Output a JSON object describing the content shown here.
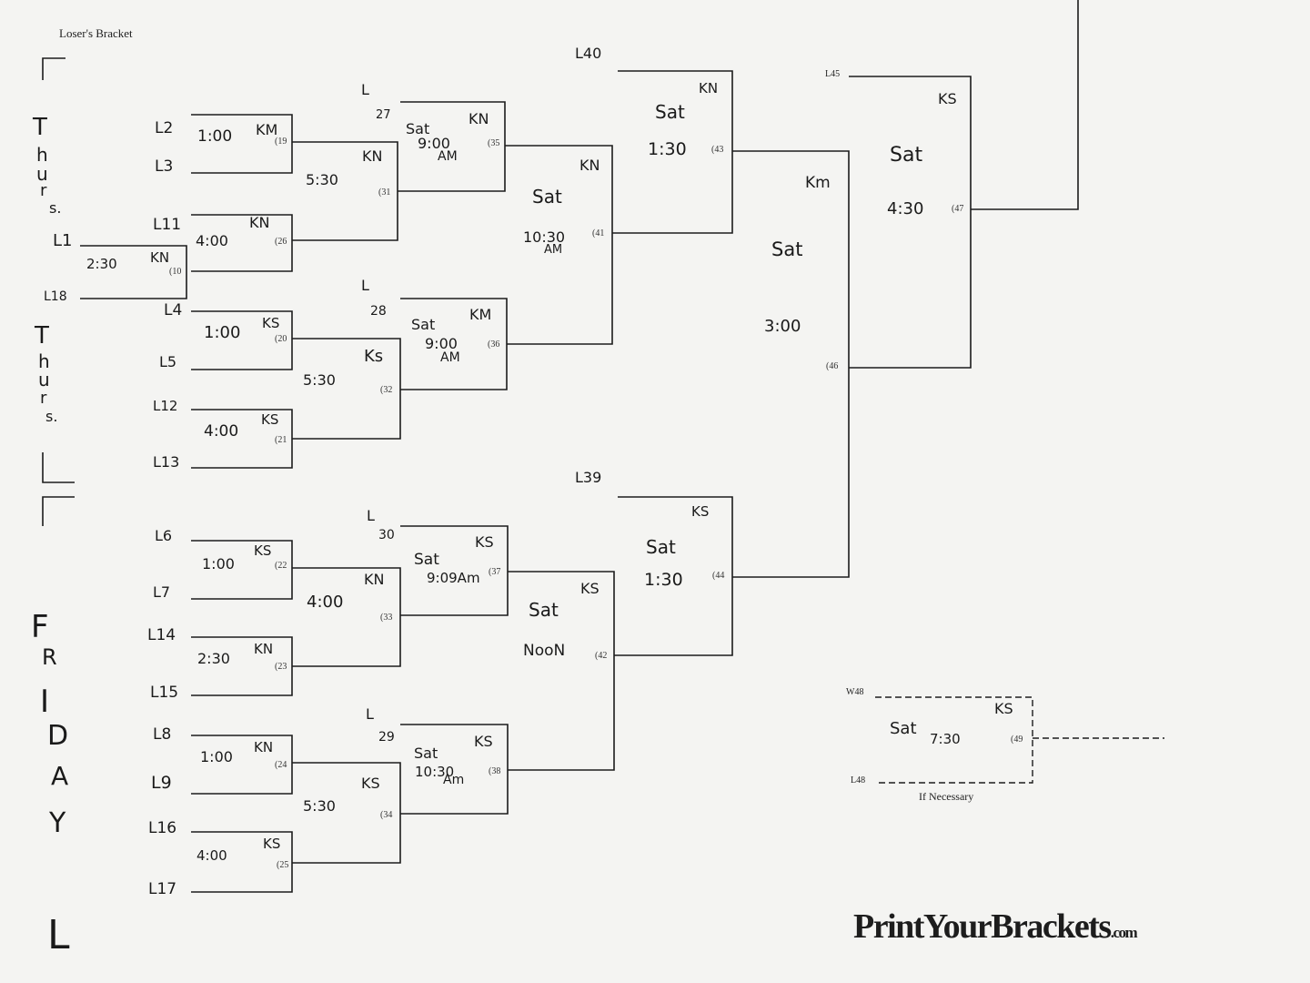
{
  "header": {
    "title": "Loser's Bracket",
    "brand": "PrintYourBrackets",
    "brand_suffix": ".com"
  },
  "side_labels": {
    "thurs1": [
      "T",
      "h",
      "u",
      "r",
      "s."
    ],
    "thurs2": [
      "T",
      "h",
      "u",
      "r",
      "s."
    ],
    "friday": [
      "F",
      "R",
      "I",
      "D",
      "A",
      "Y"
    ],
    "l_marks": [
      "L",
      "L",
      "L"
    ]
  },
  "round1": [
    {
      "id": "(10",
      "time": "2:30",
      "site": "KN",
      "top": "L1",
      "bottom": "L18"
    }
  ],
  "round2": [
    {
      "id": "(19",
      "time": "1:00",
      "site": "KM",
      "top": "L2",
      "bottom": "L3"
    },
    {
      "id": "(26",
      "time": "4:00",
      "site": "KN",
      "top": "L11",
      "bottom": ""
    },
    {
      "id": "(20",
      "time": "1:00",
      "site": "KS",
      "top": "L4",
      "bottom": "L5"
    },
    {
      "id": "(21",
      "time": "4:00",
      "site": "KS",
      "top": "L12",
      "bottom": "L13"
    },
    {
      "id": "(22",
      "time": "1:00",
      "site": "KS",
      "top": "L6",
      "bottom": "L7"
    },
    {
      "id": "(23",
      "time": "2:30",
      "site": "KN",
      "top": "L14",
      "bottom": "L15"
    },
    {
      "id": "(24",
      "time": "1:00",
      "site": "KN",
      "top": "L8",
      "bottom": "L9"
    },
    {
      "id": "(25",
      "time": "4:00",
      "site": "KS",
      "top": "L16",
      "bottom": "L17"
    }
  ],
  "round3": [
    {
      "id": "(31",
      "time": "5:30",
      "site": "KN"
    },
    {
      "id": "(32",
      "time": "5:30",
      "site": "Ks"
    },
    {
      "id": "(33",
      "time": "4:00",
      "site": "KN"
    },
    {
      "id": "(34",
      "time": "5:30",
      "site": "KS"
    }
  ],
  "round4": [
    {
      "id": "(35",
      "day": "Sat",
      "time": "9:00",
      "ampm": "AM",
      "site": "KN",
      "top": "L",
      "num": "27"
    },
    {
      "id": "(36",
      "day": "Sat",
      "time": "9:00",
      "ampm": "AM",
      "site": "KM",
      "top": "L",
      "num": "28"
    },
    {
      "id": "(37",
      "day": "Sat",
      "time": "9:09Am",
      "ampm": "",
      "site": "KS",
      "top": "L",
      "num": "30"
    },
    {
      "id": "(38",
      "day": "Sat",
      "time": "10:30",
      "ampm": "Am",
      "site": "KS",
      "top": "L",
      "num": "29"
    }
  ],
  "round5": [
    {
      "id": "(41",
      "day": "Sat",
      "time": "10:30",
      "ampm": "AM",
      "site": "KN"
    },
    {
      "id": "(42",
      "day": "Sat",
      "time": "NooN",
      "ampm": "",
      "site": "KS"
    }
  ],
  "round6": [
    {
      "id": "(43",
      "day": "Sat",
      "time": "1:30",
      "site": "KN",
      "top": "L40"
    },
    {
      "id": "(44",
      "day": "Sat",
      "time": "1:30",
      "site": "KS",
      "top": "L39"
    }
  ],
  "round7": {
    "id": "(46",
    "day": "Sat",
    "time": "3:00",
    "site": "Km"
  },
  "round8": {
    "id": "(47",
    "day": "Sat",
    "time": "4:30",
    "site": "KS",
    "top": "L45"
  },
  "if_necessary": {
    "id": "(49",
    "day": "Sat",
    "time": "7:30",
    "site": "KS",
    "top": "W48",
    "bottom": "L48",
    "caption": "If Necessary"
  }
}
